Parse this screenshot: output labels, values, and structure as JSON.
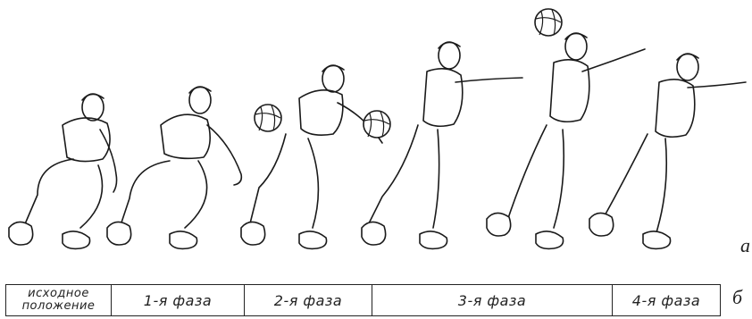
{
  "figure_labels": {
    "a": "а",
    "b": "б"
  },
  "phases": [
    {
      "label": "исходное положение"
    },
    {
      "label": "1-я фаза"
    },
    {
      "label": "2-я фаза"
    },
    {
      "label": "3-я фаза"
    },
    {
      "label": "4-я фаза"
    }
  ],
  "illustration": {
    "figures": [
      {
        "pose": "crouch-start",
        "ball": false
      },
      {
        "pose": "crouch-arms-down",
        "ball": false
      },
      {
        "pose": "reach-low",
        "ball": true
      },
      {
        "pose": "arms-forward-rising",
        "ball": false
      },
      {
        "pose": "arms-up-jump",
        "ball": true
      },
      {
        "pose": "arms-forward-finish",
        "ball": false
      }
    ]
  }
}
